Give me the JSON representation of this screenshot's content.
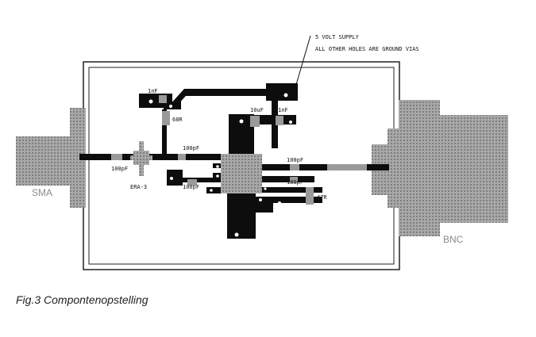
{
  "annotations": {
    "supply": "5 VOLT SUPPLY",
    "ground": "ALL OTHER HOLES ARE GROUND VIAS"
  },
  "connectors": {
    "left": "SMA",
    "right": "BNC"
  },
  "components": {
    "c_1nF_left": "1nF",
    "r_68R": "68R",
    "c_10uF": "10uF",
    "c_1nF_right": "1nF",
    "c_100pF_in": "100pF",
    "amp": "ERA-3",
    "c_100pF_mid": "100pF",
    "c_100pF_lower": "100pF",
    "c_100pF_out": "100pF",
    "c_100pF_bottom": "100pF",
    "r_47R": "47R"
  },
  "caption": "Fig.3 Compontenopstelling",
  "colors": {
    "copper": "#0d0d0d",
    "pad": "#9a9a9a",
    "outline": "#111111"
  }
}
